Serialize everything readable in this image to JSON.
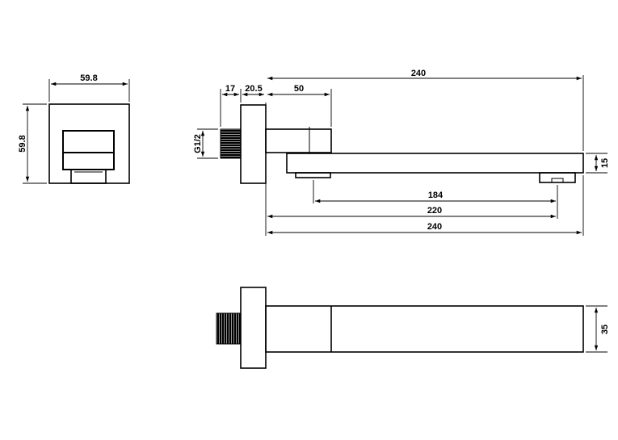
{
  "colors": {
    "line": "#000000",
    "background": "#ffffff"
  },
  "front_view": {
    "width_label": "59.8",
    "height_label": "59.8"
  },
  "side_view": {
    "overall_top_label": "240",
    "thread_label": "17",
    "flange_label": "20.5",
    "riser_label": "50",
    "connection_label": "G1/2",
    "spout_thickness_label": "15",
    "outlet_label": "184",
    "reach_label": "220",
    "overall_bottom_label": "240"
  },
  "top_view": {
    "spout_width_label": "35"
  }
}
